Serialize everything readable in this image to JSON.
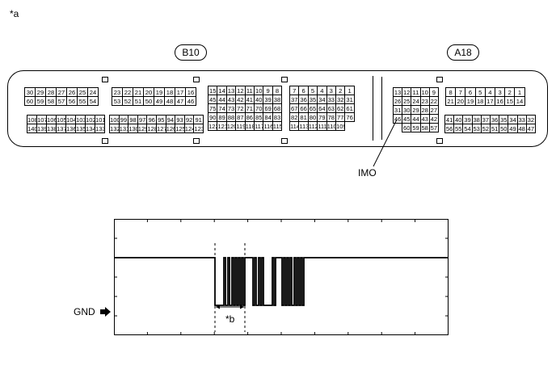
{
  "corner_label": "*a",
  "connectors": {
    "b10": {
      "label": "B10"
    },
    "a18": {
      "label": "A18"
    }
  },
  "b10_blocks": [
    {
      "rows": [
        [
          "30",
          "29",
          "28",
          "27",
          "26",
          "25",
          "24"
        ],
        [
          "60",
          "59",
          "58",
          "57",
          "56",
          "55",
          "54"
        ]
      ]
    },
    {
      "rows": [
        [
          "108",
          "107",
          "106",
          "105",
          "104",
          "103",
          "102",
          "101"
        ],
        [
          "140",
          "139",
          "138",
          "137",
          "136",
          "135",
          "134",
          "133"
        ]
      ]
    },
    {
      "rows": [
        [
          "23",
          "22",
          "21",
          "20",
          "19",
          "18",
          "17",
          "16"
        ],
        [
          "53",
          "52",
          "51",
          "50",
          "49",
          "48",
          "47",
          "46"
        ]
      ]
    },
    {
      "rows": [
        [
          "100",
          "99",
          "98",
          "97",
          "96",
          "95",
          "94",
          "93",
          "92",
          "91"
        ],
        [
          "132",
          "131",
          "130",
          "129",
          "128",
          "127",
          "126",
          "125",
          "124",
          "123"
        ]
      ]
    },
    {
      "rows": [
        [
          "15",
          "14",
          "13",
          "12",
          "11",
          "10",
          "9",
          "8"
        ],
        [
          "45",
          "44",
          "43",
          "42",
          "41",
          "40",
          "39",
          "38"
        ],
        [
          "75",
          "74",
          "73",
          "72",
          "71",
          "70",
          "69",
          "68"
        ],
        [
          "90",
          "89",
          "88",
          "87",
          "86",
          "85",
          "84",
          "83"
        ],
        [
          "122",
          "121",
          "120",
          "119",
          "118",
          "117",
          "116",
          "115"
        ]
      ]
    },
    {
      "rows": [
        [
          "7",
          "6",
          "5",
          "4",
          "3",
          "2",
          "1"
        ],
        [
          "37",
          "36",
          "35",
          "34",
          "33",
          "32",
          "31"
        ],
        [
          "67",
          "66",
          "65",
          "64",
          "63",
          "62",
          "61"
        ],
        [
          "82",
          "81",
          "80",
          "79",
          "78",
          "77",
          "76"
        ],
        [
          "114",
          "113",
          "112",
          "111",
          "110",
          "109"
        ]
      ]
    }
  ],
  "a18_blocks": [
    {
      "rows": [
        [
          "13",
          "12",
          "11",
          "10",
          "9"
        ],
        [
          "26",
          "25",
          "24",
          "23",
          "22"
        ],
        [
          "31",
          "30",
          "29",
          "28",
          "27"
        ],
        [
          "46",
          "45",
          "44",
          "43",
          "42"
        ],
        [
          "60",
          "59",
          "58",
          "57"
        ]
      ]
    },
    {
      "rows": [
        [
          "8",
          "7",
          "6",
          "5",
          "4",
          "3",
          "2",
          "1"
        ],
        [
          "21",
          "20",
          "19",
          "18",
          "17",
          "16",
          "15",
          "14"
        ]
      ]
    },
    {
      "rows": [
        [
          "41",
          "40",
          "39",
          "38",
          "37",
          "36",
          "35",
          "34",
          "33",
          "32"
        ],
        [
          "56",
          "55",
          "54",
          "53",
          "52",
          "51",
          "50",
          "49",
          "48",
          "47"
        ]
      ]
    }
  ],
  "labels": {
    "imo": "IMO",
    "gnd": "GND",
    "b": "*b"
  },
  "arrow_icon": "right-arrow-icon"
}
